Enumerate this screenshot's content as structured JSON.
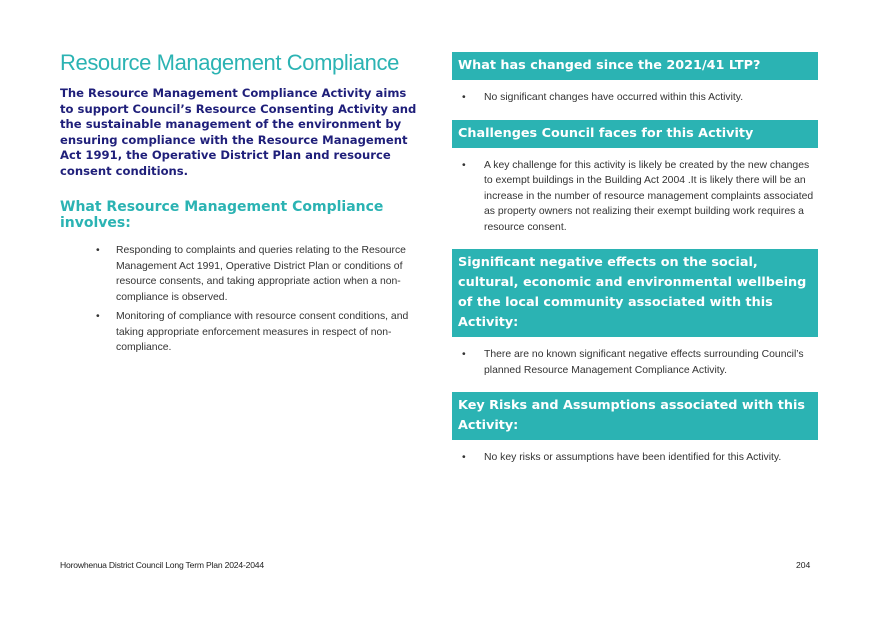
{
  "left": {
    "title": "Resource Management Compliance",
    "intro": "The Resource Management Compliance Activity aims to support Council’s Resource Consenting Activity and the sustainable management of the environment by ensuring compliance with the Resource Management Act 1991, the Operative District Plan and resource consent conditions.",
    "involves_heading": "What Resource Management Compliance involves:",
    "involves_items": [
      "Responding to complaints and queries relating to the Resource Management Act 1991, Operative District Plan or conditions of resource consents, and taking appropriate action when a non-compliance is observed.",
      "Monitoring of compliance with resource consent conditions, and taking appropriate enforcement measures in respect of non-compliance."
    ]
  },
  "right": {
    "sections": [
      {
        "heading": "What has changed since the 2021/41 LTP?",
        "items": [
          "No significant changes have occurred within this Activity."
        ]
      },
      {
        "heading": "Challenges Council faces for this Activity",
        "items": [
          "A key challenge for this activity is likely be created by the new changes to exempt buildings in the Building Act 2004 .It is likely there will be an increase in the number of resource management complaints associated as property owners not realizing their exempt building work requires a resource consent."
        ]
      },
      {
        "heading": "Significant negative effects on the social, cultural, economic and environmental wellbeing of the local community associated with this Activity:",
        "items": [
          "There are no known significant negative effects surrounding Council’s planned Resource Management Compliance Activity."
        ]
      },
      {
        "heading": "Key Risks and Assumptions associated with this Activity:",
        "items": [
          "No key risks or assumptions have been identified for this Activity."
        ]
      }
    ]
  },
  "footer": {
    "left": "Horowhenua District Council Long Term Plan 2024-2044",
    "page_number": "204"
  },
  "colors": {
    "accent": "#2bb3b3",
    "intro_text": "#1f1f7a"
  }
}
